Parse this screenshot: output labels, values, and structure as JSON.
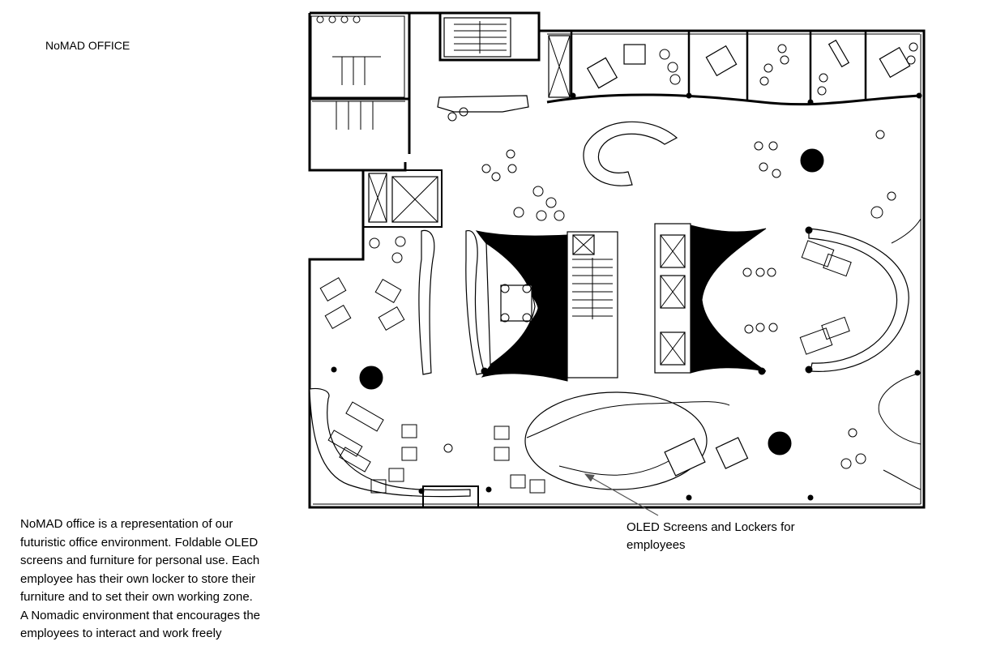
{
  "title": "NoMAD OFFICE",
  "description": "NoMAD office is a representation of our\nfuturistic office environment. Foldable OLED\nscreens and furniture for personal use. Each\nemployee has their own locker to store their\nfurniture and to set their own working zone.\nA Nomadic environment that encourages the\nemployees to interact and work freely",
  "callout": "OLED Screens and Lockers for employees"
}
